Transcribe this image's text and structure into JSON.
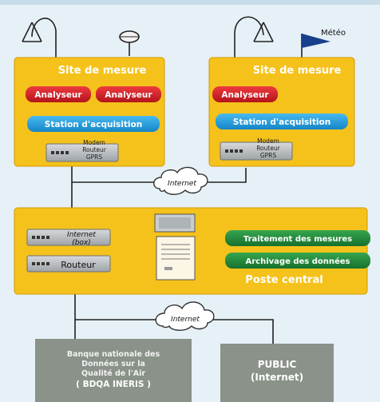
{
  "weather_label": "Météo",
  "site_left": {
    "title": "Site de mesure",
    "analyzers": [
      "Analyseur",
      "Analyseur"
    ],
    "station": "Station d'acquisition",
    "modem_lines": [
      "Modem",
      "Routeur",
      "GPRS"
    ]
  },
  "site_right": {
    "title": "Site de mesure",
    "analyzer": "Analyseur",
    "station": "Station d'acquisition",
    "modem_lines": [
      "Modem",
      "Routeur",
      "GPRS"
    ]
  },
  "cloud_top": "Internet",
  "central": {
    "title": "Poste central",
    "internet_box_lines": [
      "Internet",
      "(box)"
    ],
    "router": "Routeur",
    "processing": "Traitement des mesures",
    "archiving": "Archivage des données"
  },
  "cloud_bottom": "Internet",
  "bdqa_lines": [
    "Banque nationale des",
    "Données sur la",
    "Qualité de l'Air",
    "( BDQA INERIS )"
  ],
  "public_lines": [
    "PUBLIC",
    "(Internet)"
  ],
  "colors": {
    "background": "#e6f0f7",
    "panel_yellow": "#f5c21b",
    "analyzer_red": "#d81f26",
    "station_blue": "#1d9fe0",
    "module_green": "#1e8a3a",
    "bottom_gray": "#8a9289",
    "device_gray": "#b8bcbf"
  }
}
